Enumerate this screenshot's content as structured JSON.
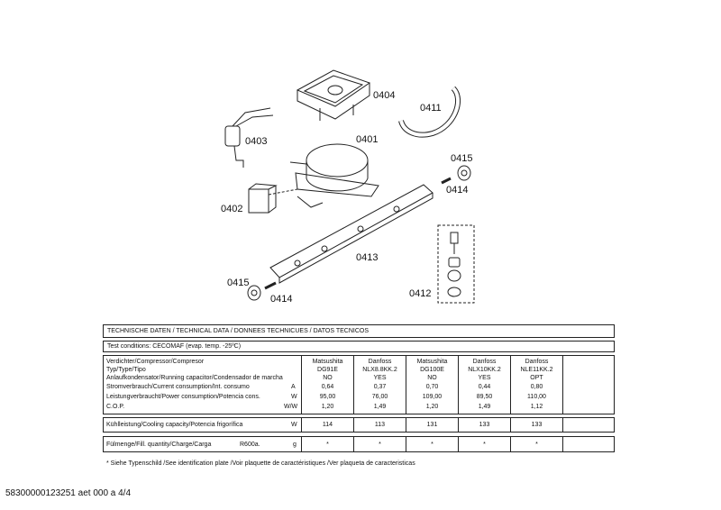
{
  "callouts": [
    "0404",
    "0411",
    "0403",
    "0401",
    "0415",
    "0414",
    "0402",
    "0413",
    "0415",
    "0414",
    "0412"
  ],
  "table": {
    "title": "TECHNISCHE DATEN / TECHNICAL DATA / DONNEES TECHNICUES / DATOS TECNICOS",
    "conditions": "Test conditions:  CECOMAF (evap. temp. -25ºC)",
    "row_labels": [
      "Verdichter/Compressor/Compresor",
      "Typ/Type/Tipo",
      "Anlaufkondensator/Running capacitor/Condensador de marcha",
      "Stromverbrauch/Current consumption/Int. consumo",
      "Leistungverbraucht/Power consumption/Potencia cons.",
      "C.O.P."
    ],
    "row_units": [
      "",
      "",
      "",
      "A",
      "W",
      "W/W"
    ],
    "columns": [
      {
        "values": [
          "Matsushita",
          "DG91E",
          "NO",
          "0,64",
          "95,00",
          "1,20"
        ],
        "capacity": "114",
        "fill": "*"
      },
      {
        "values": [
          "Danfoss",
          "NLX8.8KK.2",
          "YES",
          "0,37",
          "76,00",
          "1,49"
        ],
        "capacity": "113",
        "fill": "*"
      },
      {
        "values": [
          "Matsushita",
          "DG100E",
          "NO",
          "0,70",
          "109,00",
          "1,20"
        ],
        "capacity": "131",
        "fill": "*"
      },
      {
        "values": [
          "Danfoss",
          "NLX10KK.2",
          "YES",
          "0,44",
          "89,50",
          "1,49"
        ],
        "capacity": "133",
        "fill": "*"
      },
      {
        "values": [
          "Danfoss",
          "NLE11KK.2",
          "OPT",
          "0,80",
          "110,00",
          "1,12"
        ],
        "capacity": "133",
        "fill": "*"
      }
    ],
    "capacity_label": "Kühlleistung/Cooling capacity/Potencia frigorífica",
    "capacity_unit": "W",
    "fill_label": "Fülmenge/Fill. quantity/Charge/Carga",
    "fill_refrigerant": "R600a.",
    "fill_unit": "g",
    "note": "* Siehe Typenschild /See identification plate /Voir plaquette de caractéristiques /Ver plaqueta de caracteristicas"
  },
  "footer": "58300000123251 aet 000 a 4/4"
}
